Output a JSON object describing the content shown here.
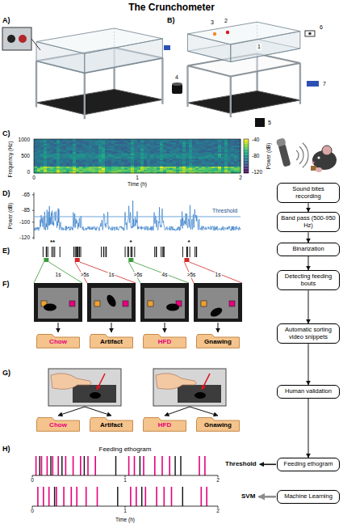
{
  "diagram": {
    "title": "The Crunchometer",
    "nodes": [
      {
        "text": [
          "Sound bites recording"
        ]
      },
      {
        "text": [
          "Band pass (500-950 Hz)"
        ]
      },
      {
        "text": [
          "Binarization"
        ]
      },
      {
        "text": [
          "Detecting feeding bouts"
        ]
      },
      {
        "text": [
          "Automatic sorting video snippets"
        ]
      },
      {
        "text": [
          "Chow"
        ]
      },
      {
        "text": [
          "Artifact"
        ]
      },
      {
        "text": [
          "HFD"
        ]
      },
      {
        "text": [
          "Gnawing"
        ]
      },
      {
        "text": [
          "Human validation"
        ]
      },
      {
        "text": [
          "Chow"
        ]
      },
      {
        "text": [
          "Artifact"
        ]
      },
      {
        "text": [
          "HFD"
        ]
      },
      {
        "text": [
          "Gnawing"
        ]
      },
      {
        "text": [
          "Feeding ethogram"
        ]
      },
      {
        "text": [
          "Machine Learning"
        ]
      }
    ],
    "edges": [
      {
        "from": 0,
        "to": 1,
        "arrow": "to"
      },
      {
        "from": 1,
        "to": 2,
        "arrow": "to"
      },
      {
        "from": 2,
        "to": 3,
        "arrow": "to"
      },
      {
        "from": 3,
        "to": 4,
        "arrow": "to"
      },
      {
        "from": 4,
        "to": 9,
        "arrow": "to"
      },
      {
        "from": 9,
        "to": 14,
        "arrow": "to"
      }
    ],
    "labels": [
      "A)",
      "B)",
      "1",
      "2",
      "3",
      "4",
      "5",
      "6",
      "7",
      "C)",
      "Frequency (Hz)",
      "1000",
      "500",
      "0",
      "0",
      "1",
      "2",
      "Time (h)",
      "-40",
      "-80",
      "-120",
      "Power (dB)",
      "D)",
      "Power (dB)",
      "-65",
      "-85",
      "-100",
      "-120",
      "Threshold",
      "**",
      "*",
      "*",
      "E)",
      "1s",
      ">5s",
      "1s",
      ">5s",
      "4s",
      ">5s",
      "1s",
      "F)",
      "G)",
      "H)",
      "Feeding ethogram",
      "0",
      "1",
      "2",
      "0",
      "1",
      "2",
      "Time (h)",
      "Threshold",
      "SVM"
    ]
  }
}
